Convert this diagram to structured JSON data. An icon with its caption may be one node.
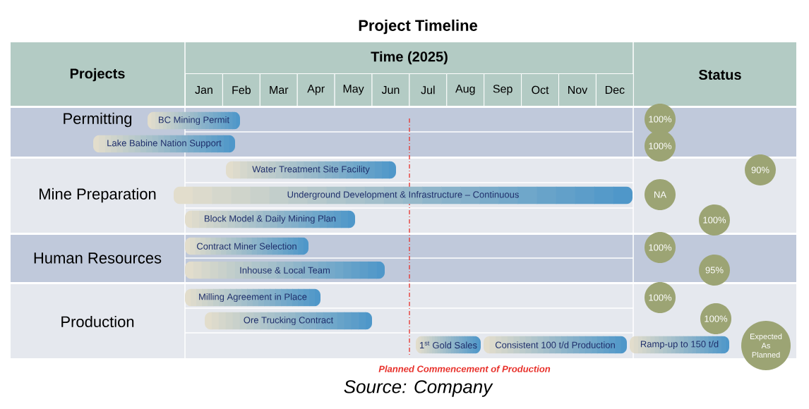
{
  "diagram": {
    "title": "Project Timeline",
    "caption": "Source: Company",
    "nodes": [
      {
        "text": [
          "Permitting"
        ]
      },
      {
        "text": [
          "BC  Mining Permit"
        ]
      },
      {
        "text": [
          "100%"
        ]
      },
      {
        "text": [
          "Lake Babine Nation Support"
        ]
      },
      {
        "text": [
          "100%"
        ]
      },
      {
        "text": [
          "Mine Preparation"
        ]
      },
      {
        "text": [
          "Water Treatment Site Facility"
        ]
      },
      {
        "text": [
          "90%"
        ]
      },
      {
        "text": [
          "Underground Development & Infrastructure – Continuous"
        ]
      },
      {
        "text": [
          "NA"
        ]
      },
      {
        "text": [
          "Block Model & Daily Mining Plan"
        ]
      },
      {
        "text": [
          "100%"
        ]
      },
      {
        "text": [
          "Human Resources"
        ]
      },
      {
        "text": [
          "Contract Miner Selection"
        ]
      },
      {
        "text": [
          "100%"
        ]
      },
      {
        "text": [
          "Inhouse & Local Team"
        ]
      },
      {
        "text": [
          "95%"
        ]
      },
      {
        "text": [
          "Production"
        ]
      },
      {
        "text": [
          "Milling Agreement in Place"
        ]
      },
      {
        "text": [
          "100%"
        ]
      },
      {
        "text": [
          "Ore Trucking Contract"
        ]
      },
      {
        "text": [
          "100%"
        ]
      },
      {
        "text": [
          "1$^{st}$ Gold Sales"
        ]
      },
      {
        "text": [
          "Consistent 100 t/d Production"
        ]
      },
      {
        "text": [
          "Ramp-up to 150 t/d"
        ]
      },
      {
        "text": [
          "Expected As Planned"
        ]
      }
    ],
    "labels": [
      "Projects",
      "Time (2025)",
      "Jan",
      "Feb",
      "Mar",
      "Apr",
      "May",
      "Jun",
      "Jul",
      "Aug",
      "Sep",
      "Oct",
      "Nov",
      "Dec",
      "Status",
      "Planned Commencement of Production"
    ]
  }
}
